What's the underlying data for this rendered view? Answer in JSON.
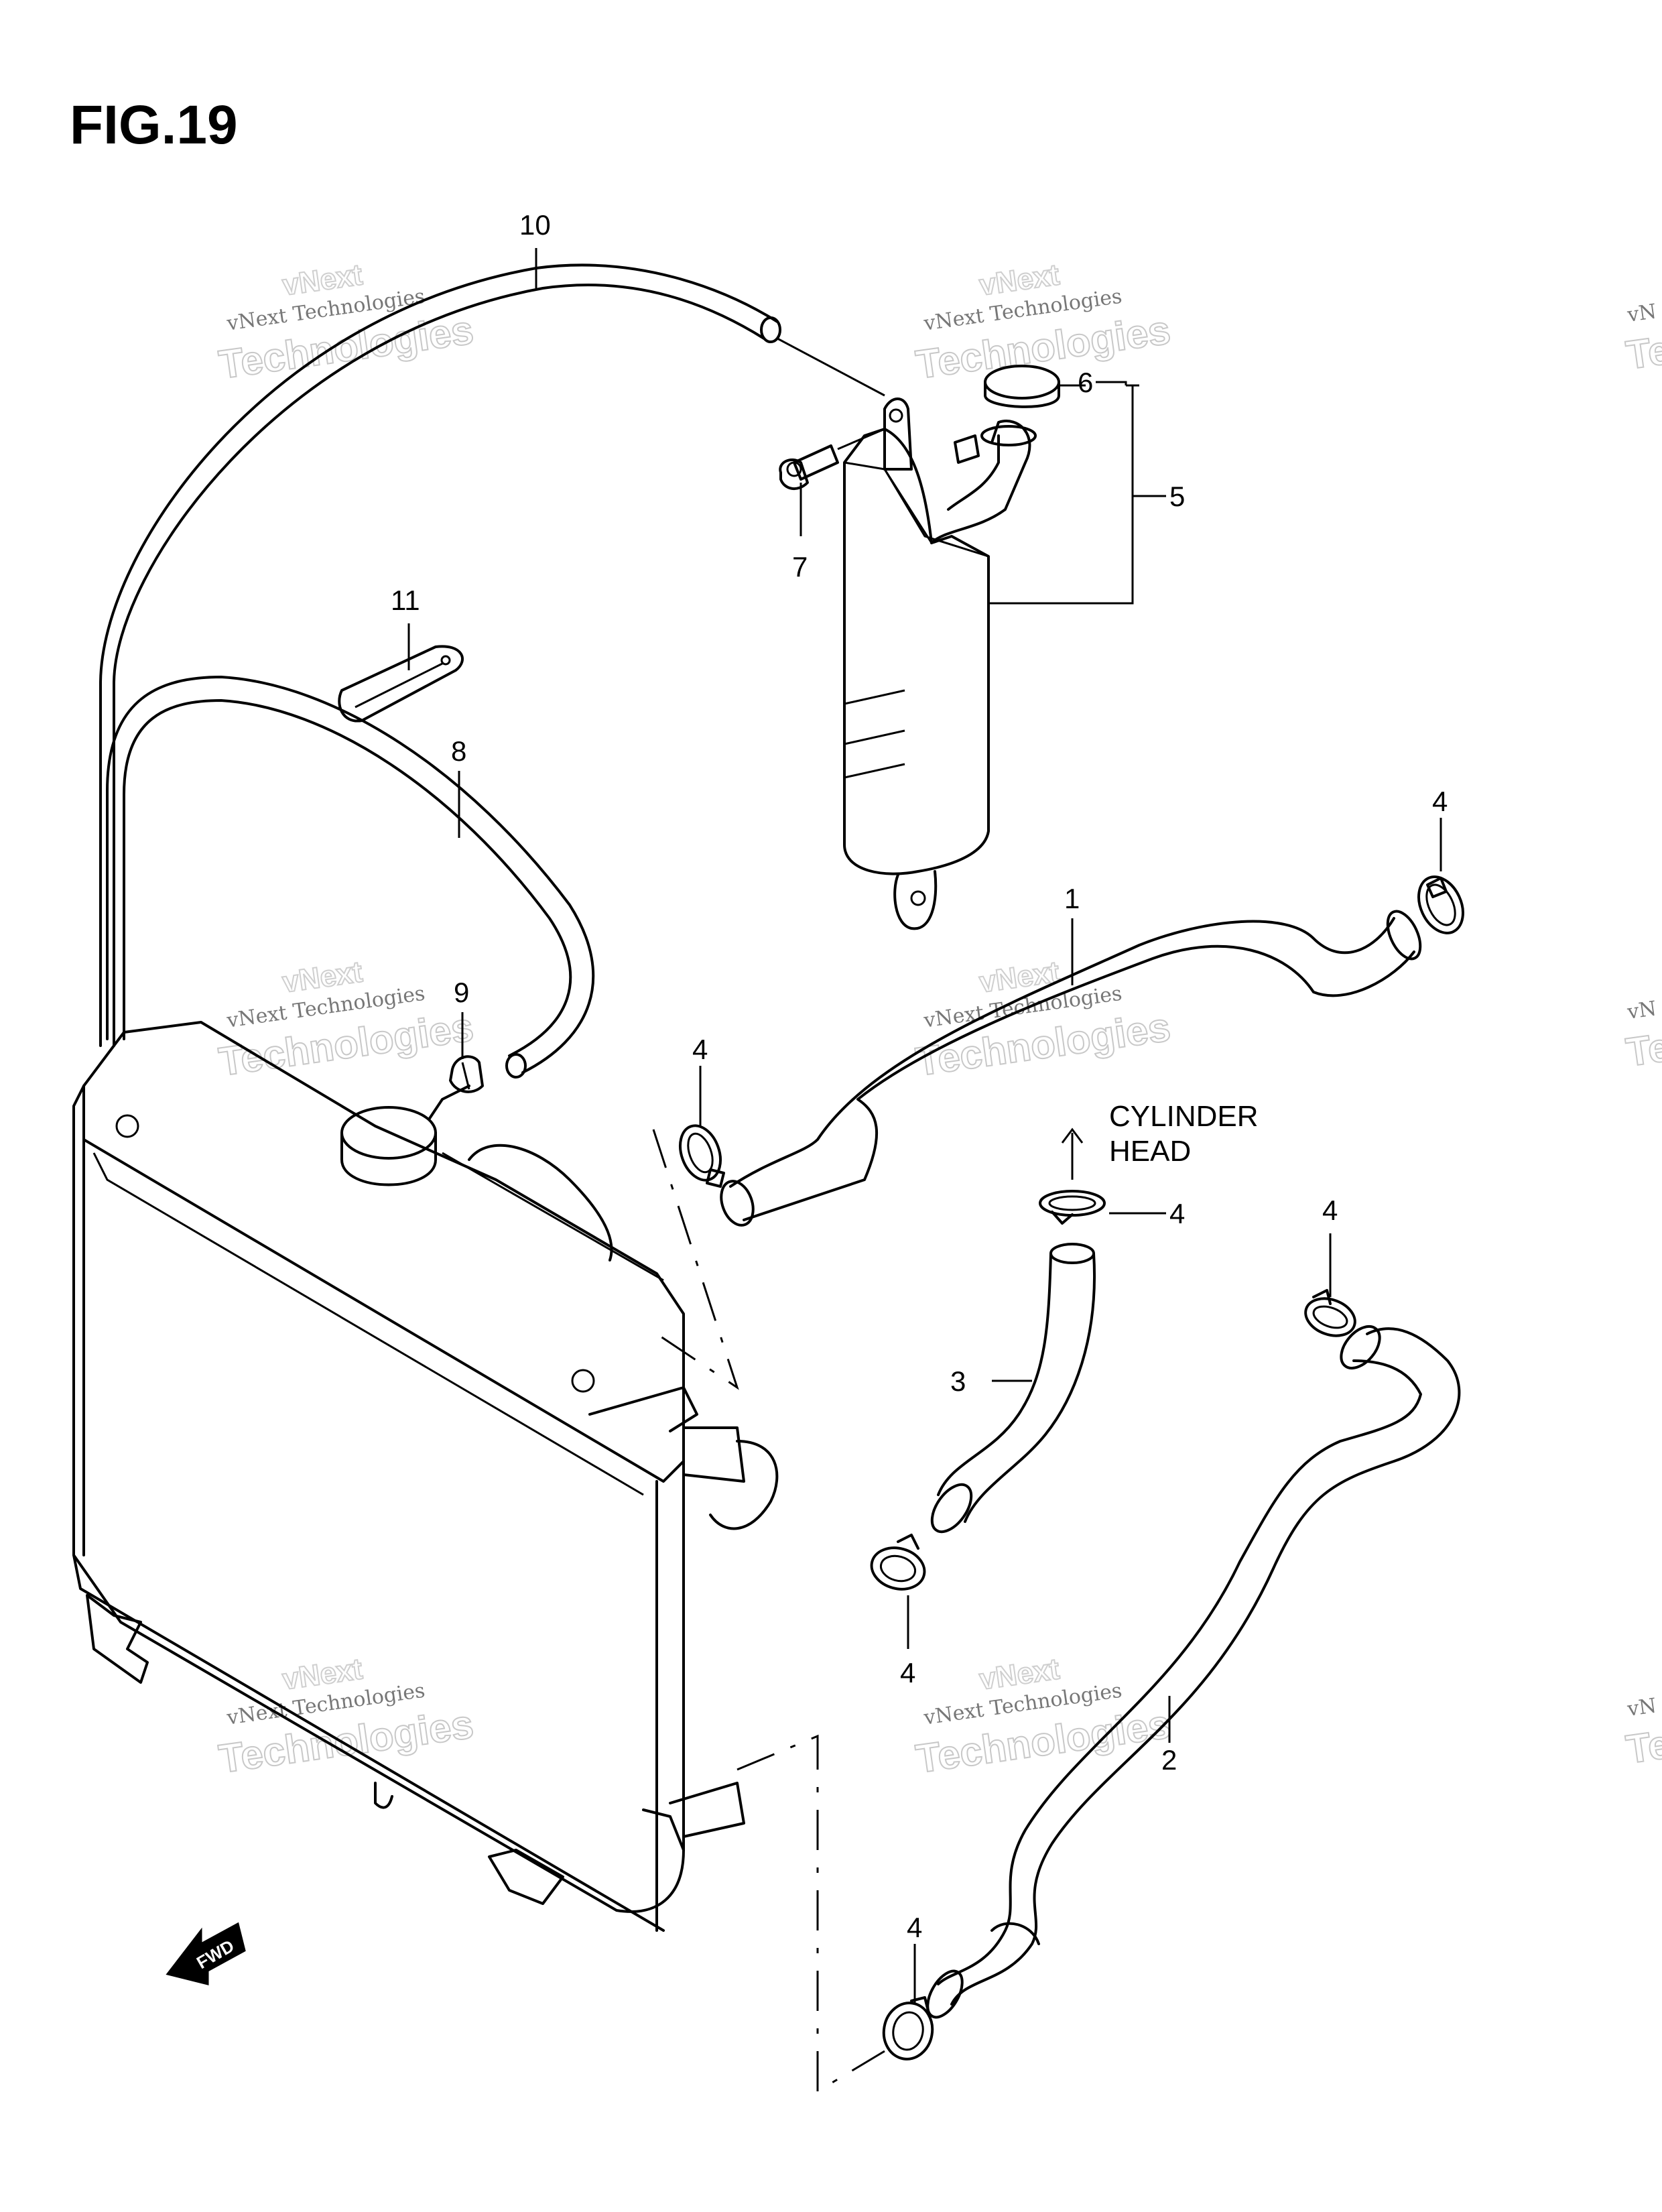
{
  "figure": {
    "title": "FIG.19"
  },
  "callouts": {
    "p1": "1",
    "p2": "2",
    "p3": "3",
    "p4a": "4",
    "p4b": "4",
    "p4c": "4",
    "p4d": "4",
    "p4e": "4",
    "p4f": "4",
    "p5": "5",
    "p6": "6",
    "p7": "7",
    "p8": "8",
    "p9": "9",
    "p10": "10",
    "p11": "11"
  },
  "notes": {
    "cylinder_line1": "CYLINDER",
    "cylinder_line2": "HEAD"
  },
  "fwd_badge": "FWD",
  "watermark": {
    "line1": "vNext Technologies",
    "line2": "vNext",
    "line3": "Technologies"
  }
}
